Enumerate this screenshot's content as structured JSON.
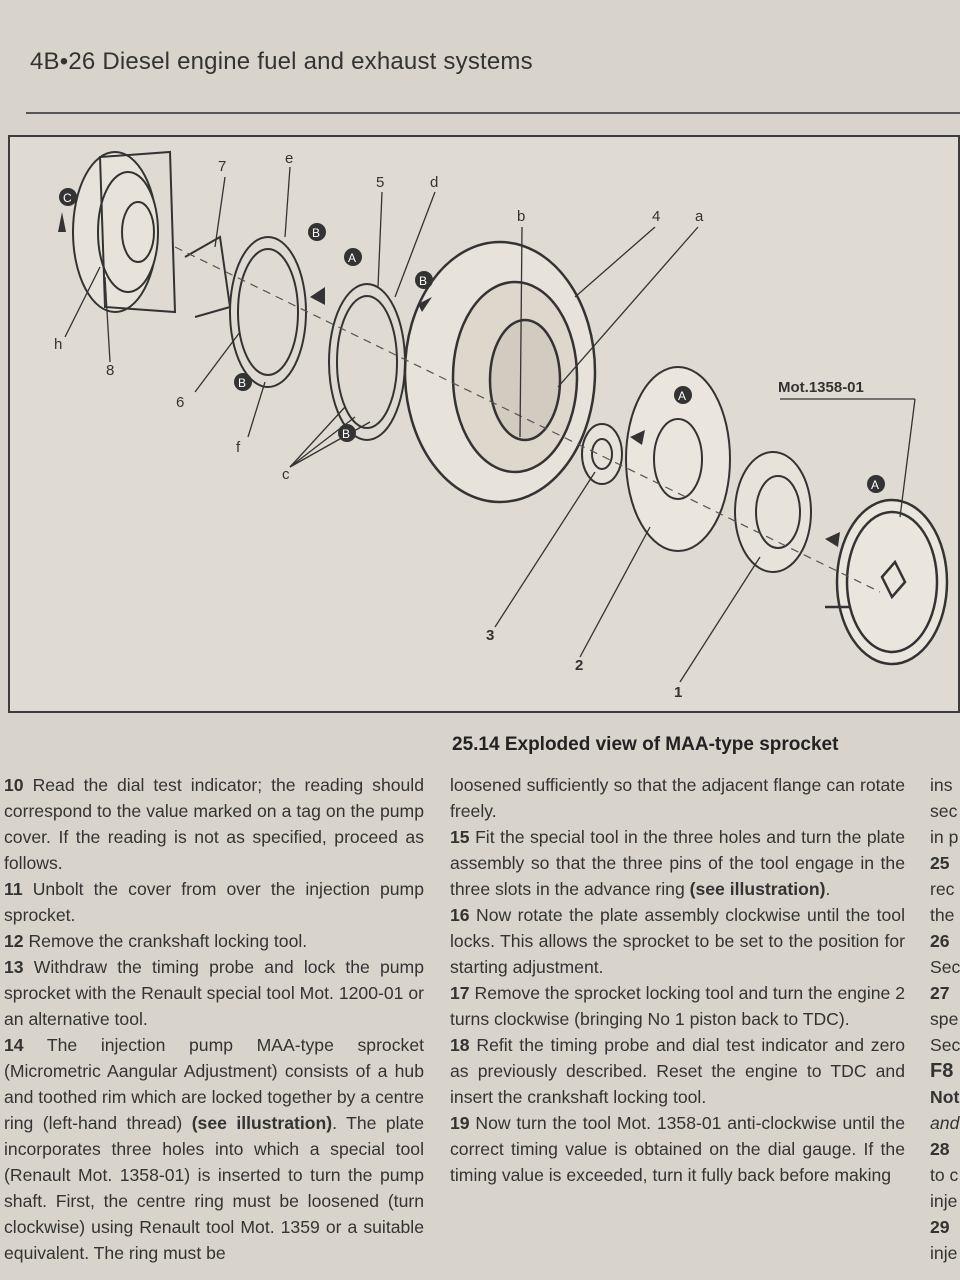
{
  "header": {
    "title": "4B•26 Diesel engine fuel and exhaust systems"
  },
  "figure": {
    "caption": "25.14 Exploded view of MAA-type sprocket",
    "labels": {
      "num7": "7",
      "e": "e",
      "num5": "5",
      "d": "d",
      "b": "b",
      "num4": "4",
      "a": "a",
      "h": "h",
      "num8": "8",
      "num6": "6",
      "f": "f",
      "c": "c",
      "num3": "3",
      "num2": "2",
      "num1": "1",
      "tool": "Mot.1358-01",
      "C": "C",
      "B": "B",
      "A": "A"
    }
  },
  "left_column": [
    {
      "num": "10",
      "text": "Read the dial test indicator; the reading should correspond to the value marked on a tag on the pump cover. If the reading is not as specified, proceed as follows."
    },
    {
      "num": "11",
      "text": "Unbolt the cover from over the injection pump sprocket."
    },
    {
      "num": "12",
      "text": "Remove the crankshaft locking tool."
    },
    {
      "num": "13",
      "text": "Withdraw the timing probe and lock the pump sprocket with the Renault special tool Mot. 1200-01 or an alternative tool."
    },
    {
      "num": "14",
      "text": "The injection pump MAA-type sprocket (Micrometric Aangular Adjustment) consists of a hub and toothed rim which are locked together by a centre ring (left-hand thread)",
      "bold": "(see illustration)",
      "text2": ". The plate incorporates three holes into which a special tool (Renault Mot. 1358-01) is inserted to turn the pump shaft. First, the centre ring must be loosened (turn clockwise) using Renault tool Mot. 1359 or a suitable equivalent. The ring must be"
    }
  ],
  "mid_column": [
    {
      "num": "",
      "text": "loosened sufficiently so that the adjacent flange can rotate freely."
    },
    {
      "num": "15",
      "text": "Fit the special tool in the three holes and turn the plate assembly so that the three pins of the tool engage in the three slots in the advance ring",
      "bold": "(see illustration)",
      "text2": "."
    },
    {
      "num": "16",
      "text": "Now rotate the plate assembly clockwise until the tool locks. This allows the sprocket to be set to the position for starting adjustment."
    },
    {
      "num": "17",
      "text": "Remove the sprocket locking tool and turn the engine 2 turns clockwise (bringing No 1 piston back to TDC)."
    },
    {
      "num": "18",
      "text": "Refit the timing probe and dial test indicator and zero as previously described. Reset the engine to TDC and insert the crankshaft locking tool."
    },
    {
      "num": "19",
      "text": "Now turn the tool Mot. 1358-01 anti-clockwise until the correct timing value is obtained on the dial gauge. If the timing value is exceeded, turn it fully back before making"
    }
  ],
  "right_column": [
    "ins",
    "sec",
    "in p",
    "25",
    "rec",
    "the",
    "26",
    "Sec",
    "27",
    "spe",
    "Sec",
    "",
    "F8",
    "Not",
    "and",
    "28",
    "to c",
    "inje",
    "29",
    "inje"
  ]
}
